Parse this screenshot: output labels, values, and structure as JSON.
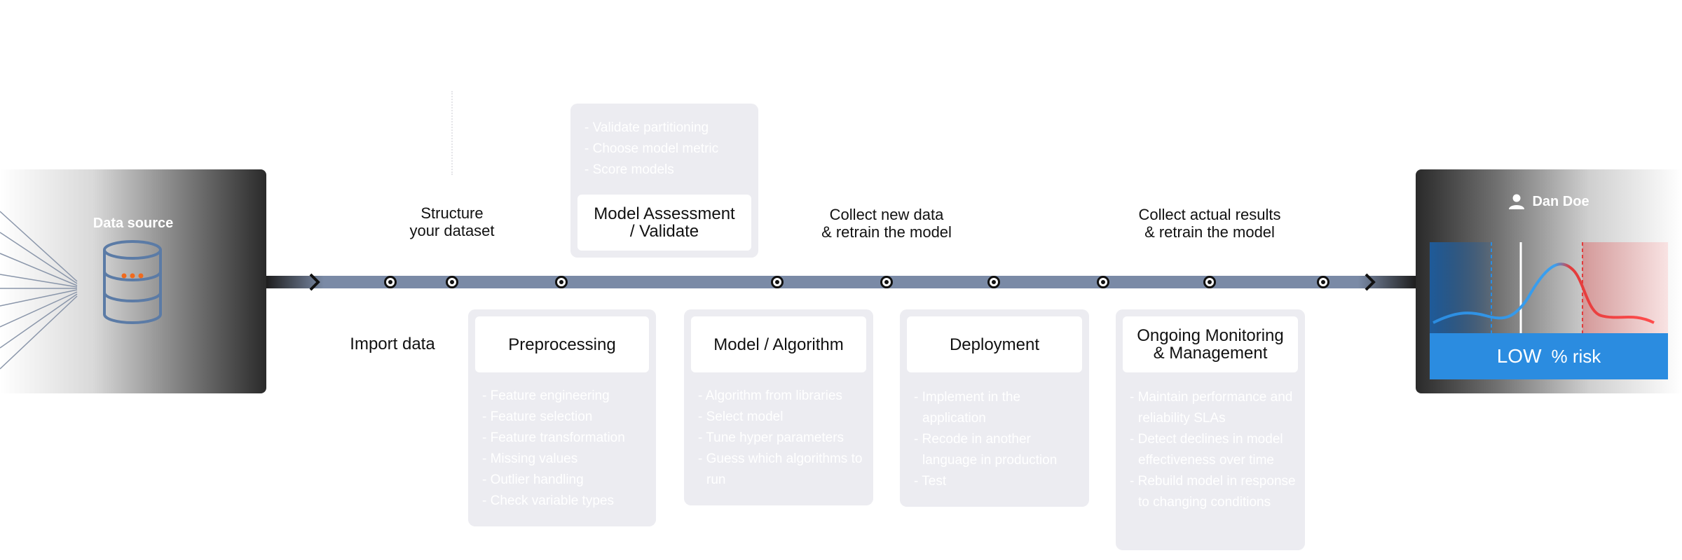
{
  "data_source": {
    "title": "Data source"
  },
  "patient": {
    "name": "Dan Doe",
    "risk_level": "LOW",
    "risk_text": "% risk"
  },
  "timeline": {
    "import": "Import data",
    "structure": "Structure\nyour dataset",
    "collect_new": "Collect new data\n& retrain the model",
    "collect_actual": "Collect actual results\n& retrain the model"
  },
  "cards": {
    "assessment": {
      "title": "Model Assessment\n/ Validate",
      "items": [
        "Validate partitioning",
        "Choose model metric",
        "Score models"
      ]
    },
    "preprocessing": {
      "title": "Preprocessing",
      "items": [
        "Feature engineering",
        "Feature selection",
        "Feature transformation",
        "Missing values",
        "Outlier handling",
        "Check variable types"
      ]
    },
    "model": {
      "title": "Model / Algorithm",
      "items": [
        "Algorithm from libraries",
        "Select model",
        "Tune hyper parameters",
        "Guess which algorithms to run"
      ]
    },
    "deployment": {
      "title": "Deployment",
      "items": [
        "Implement in the application",
        "Recode in another language in production",
        "Test"
      ]
    },
    "monitoring": {
      "title": "Ongoing Monitoring\n& Management",
      "items": [
        "Maintain performance and reliability SLAs",
        "Detect declines in model effectiveness over time",
        "Rebuild model in response to changing conditions"
      ]
    }
  },
  "colors": {
    "track": "#7a8aa6",
    "accent_blue": "#2b8ce0",
    "accent_red": "#e23b3b",
    "card_bg": "#ececf1"
  }
}
